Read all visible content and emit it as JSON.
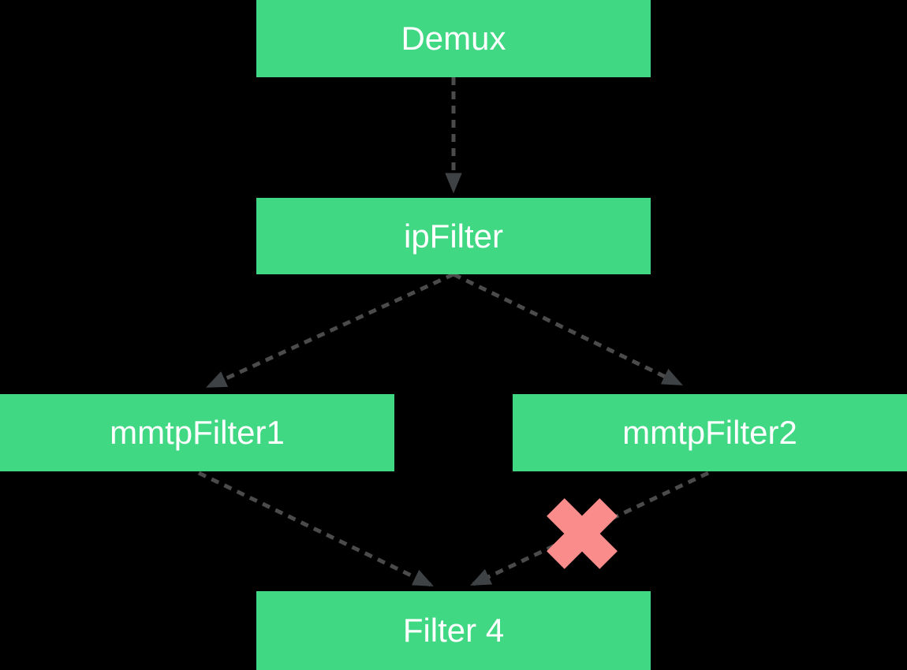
{
  "diagram": {
    "type": "flow-diagram",
    "nodes": [
      {
        "id": "demux",
        "label": "Demux"
      },
      {
        "id": "ipFilter",
        "label": "ipFilter"
      },
      {
        "id": "mmtpFilter1",
        "label": "mmtpFilter1"
      },
      {
        "id": "mmtpFilter2",
        "label": "mmtpFilter2"
      },
      {
        "id": "filter4",
        "label": "Filter 4"
      }
    ],
    "edges": [
      {
        "from": "Demux",
        "to": "ipFilter",
        "style": "dashed",
        "arrow": true,
        "blocked": false
      },
      {
        "from": "ipFilter",
        "to": "mmtpFilter1",
        "style": "dashed",
        "arrow": true,
        "blocked": false
      },
      {
        "from": "ipFilter",
        "to": "mmtpFilter2",
        "style": "dashed",
        "arrow": true,
        "blocked": false
      },
      {
        "from": "mmtpFilter1",
        "to": "Filter 4",
        "style": "dashed",
        "arrow": true,
        "blocked": false
      },
      {
        "from": "mmtpFilter2",
        "to": "Filter 4",
        "style": "dashed",
        "arrow": true,
        "blocked": true
      }
    ],
    "colors": {
      "background": "#000000",
      "node_fill": "#41D884",
      "node_text": "#FFFFFF",
      "edge_dash": "#4B4B4B",
      "arrowhead": "#3F4245",
      "blocked_cross": "#FA8C8C"
    }
  }
}
